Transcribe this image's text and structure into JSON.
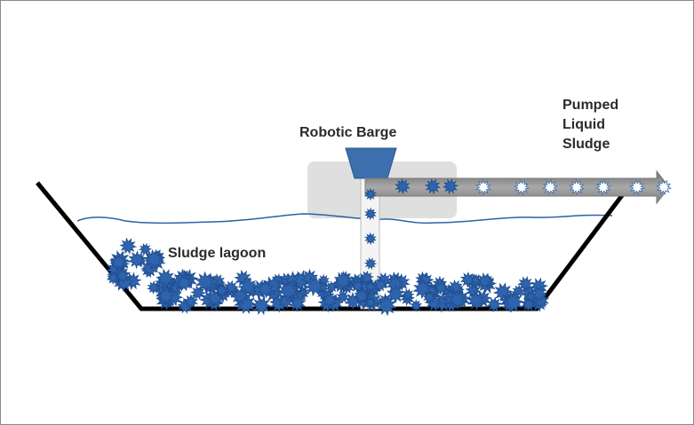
{
  "labels": {
    "barge": "Robotic Barge",
    "lagoon": "Sludge lagoon",
    "pumped": [
      "Pumped",
      "Liquid",
      "Sludge"
    ]
  },
  "colors": {
    "sludge": "#2e64ad",
    "sludge_light": "#ffffff",
    "water_line": "#2a62a8",
    "barge_body": "#d9d9d9",
    "hopper": "#3b6fae",
    "pipe": "#8c8c8c",
    "lagoon_wall": "#000000"
  }
}
